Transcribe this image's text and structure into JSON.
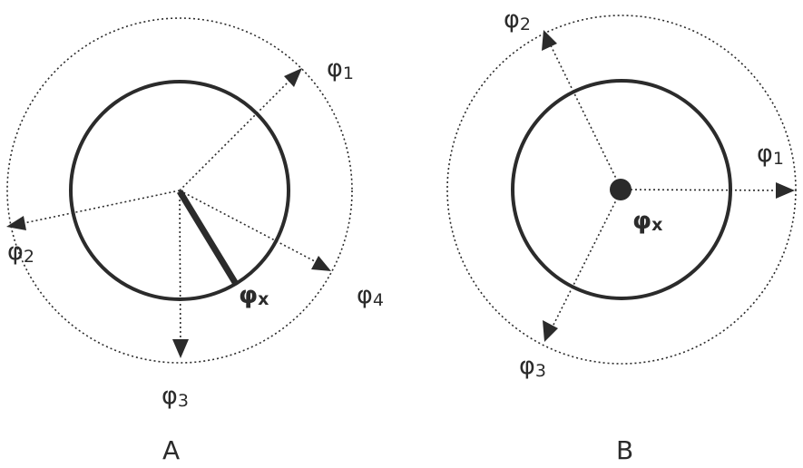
{
  "colors": {
    "stroke": "#2b2b2b",
    "background": "#ffffff"
  },
  "panels": [
    {
      "id": "A",
      "label": "A",
      "labels": {
        "phi1": {
          "base": "φ",
          "sub": "1"
        },
        "phi2": {
          "base": "φ",
          "sub": "2"
        },
        "phi3": {
          "base": "φ",
          "sub": "3"
        },
        "phi4": {
          "base": "φ",
          "sub": "4"
        },
        "phix": {
          "base": "φ",
          "sub": "x"
        }
      }
    },
    {
      "id": "B",
      "label": "B",
      "labels": {
        "phi1": {
          "base": "φ",
          "sub": "1"
        },
        "phi2": {
          "base": "φ",
          "sub": "2"
        },
        "phi3": {
          "base": "φ",
          "sub": "3"
        },
        "phix": {
          "base": "φ",
          "sub": "x"
        }
      }
    }
  ]
}
